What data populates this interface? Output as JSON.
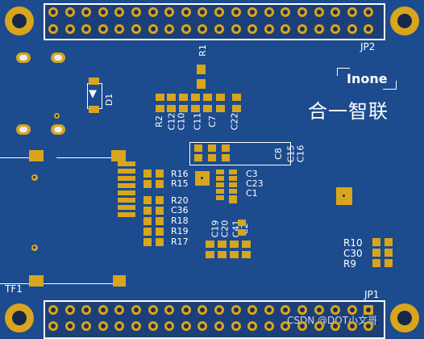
{
  "logo": {
    "brand": "Inone",
    "chinese": "合一智联"
  },
  "connectors": {
    "top_label": "JP2",
    "bottom_label": "JP1",
    "card_label": "TF1"
  },
  "diode": "D1",
  "labels": {
    "r1": "R1",
    "top_column": [
      "R2",
      "C12",
      "C10",
      "C11",
      "C7",
      "C22"
    ],
    "center_right": [
      "C8",
      "C15",
      "C16"
    ],
    "mid_right": [
      "C3",
      "C23",
      "C1"
    ],
    "left_group_a": [
      "R16",
      "R15"
    ],
    "left_group_b": [
      "R20",
      "C36",
      "R18",
      "R19",
      "R17"
    ],
    "lower_column": [
      "C19",
      "C20",
      "C41",
      "C2"
    ],
    "right_group": [
      "R10",
      "C30",
      "R9"
    ]
  },
  "watermark": "CSDN @DOT小文哥",
  "colors": {
    "board": "#1c4b8e",
    "pad": "#d8a51d",
    "silk": "#ffffff"
  }
}
